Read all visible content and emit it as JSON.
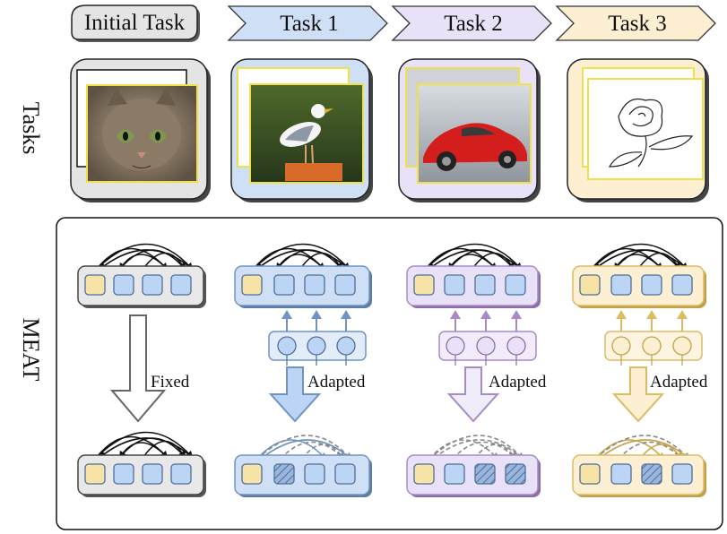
{
  "headers": {
    "initial": "Initial Task",
    "task1": "Task 1",
    "task2": "Task 2",
    "task3": "Task 3"
  },
  "row_labels": {
    "tasks": "Tasks",
    "meat": "MEAT"
  },
  "arrow_labels": {
    "fixed": "Fixed",
    "adapted": "Adapted"
  },
  "tasks": [
    {
      "key": "initial",
      "image": "cat-photo",
      "tint": "#e4e4e4",
      "border": "#d8d8d8"
    },
    {
      "key": "task1",
      "image": "bird-photo",
      "tint": "#cfe0f6",
      "border": "#9fbde8"
    },
    {
      "key": "task2",
      "image": "car-photo",
      "tint": "#e9e1f7",
      "border": "#cdbbe8"
    },
    {
      "key": "task3",
      "image": "flower-sketch",
      "tint": "#fcefd2",
      "border": "#efd9a6"
    }
  ],
  "colors": {
    "gray": "#5b5b5b",
    "blue": "#6f93c3",
    "purple": "#a98ac8",
    "gold": "#dcbb64",
    "token_yellow": "#f7e3a6",
    "token_blue": "#bdd5f4",
    "token_border": "#4e6f9a"
  }
}
